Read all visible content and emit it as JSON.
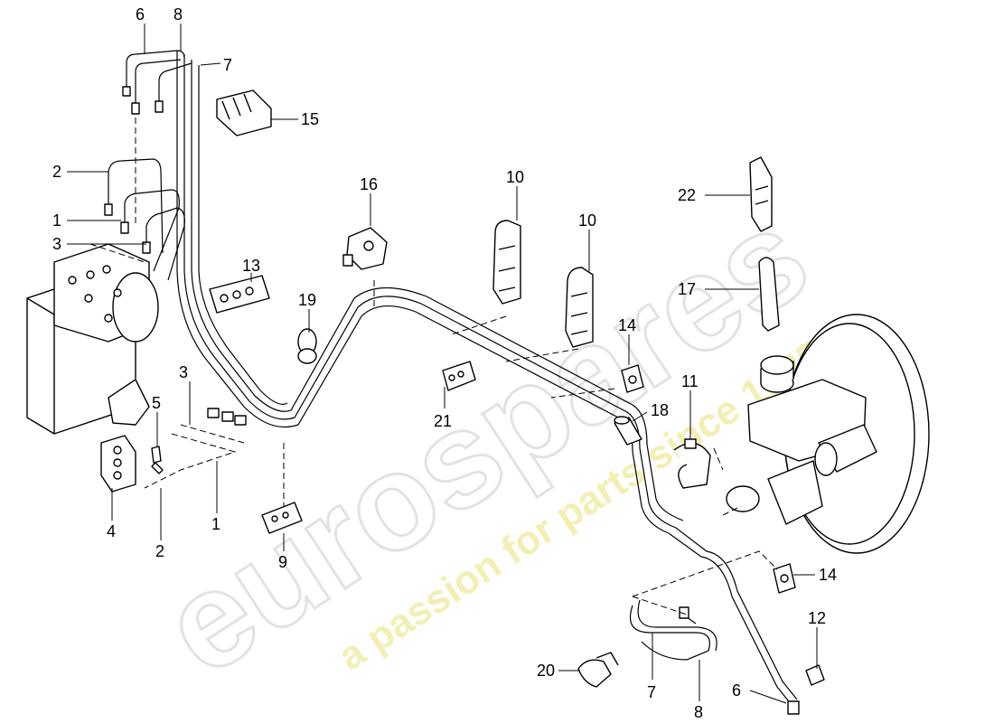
{
  "watermark": {
    "brand": "eurospares",
    "tagline": "a passion for parts since 1985"
  },
  "callouts": {
    "c6_top": "6",
    "c8_top": "8",
    "c7_top": "7",
    "c15": "15",
    "c2_left": "2",
    "c1_left": "1",
    "c3_left": "3",
    "c13": "13",
    "c19": "19",
    "c16": "16",
    "c10_a": "10",
    "c10_b": "10",
    "c22": "22",
    "c17": "17",
    "c14_top": "14",
    "c11": "11",
    "c18": "18",
    "c21": "21",
    "c3_mid": "3",
    "c5": "5",
    "c1_bottom": "1",
    "c2_bottom": "2",
    "c4": "4",
    "c9": "9",
    "c14_right": "14",
    "c12": "12",
    "c20": "20",
    "c7_bottom": "7",
    "c8_bottom": "8",
    "c6_bottom": "6"
  }
}
